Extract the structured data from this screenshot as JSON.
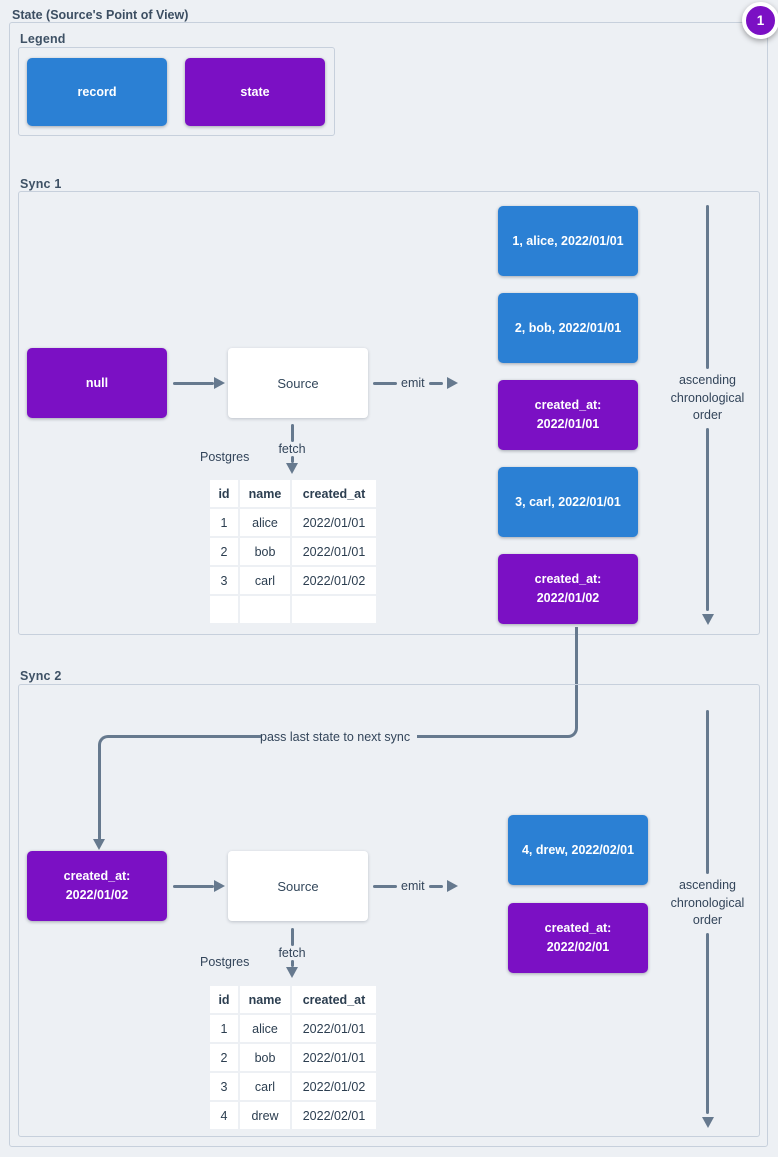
{
  "title": "State (Source's Point of View)",
  "badge": {
    "number": "1"
  },
  "colors": {
    "record_blue": "#2b80d4",
    "state_purple": "#7b10c4",
    "canvas_bg": "#edf0f4",
    "frame_border": "#c7d0dc",
    "arrow_gray": "#66798e",
    "text_navy": "#2c3e50"
  },
  "legend": {
    "label": "Legend",
    "items": [
      {
        "type": "record",
        "label": "record"
      },
      {
        "type": "state",
        "label": "state"
      }
    ]
  },
  "pass_arrow_label": "pass last state to next sync",
  "sync1": {
    "label": "Sync 1",
    "input_state": "null",
    "source": "Source",
    "emit_label": "emit",
    "fetch_label": "fetch",
    "db_label": "Postgres",
    "order_label": "ascending\nchronological\norder",
    "table": {
      "headers": [
        "id",
        "name",
        "created_at"
      ],
      "rows": [
        [
          "1",
          "alice",
          "2022/01/01"
        ],
        [
          "2",
          "bob",
          "2022/01/01"
        ],
        [
          "3",
          "carl",
          "2022/01/02"
        ],
        [
          "",
          "",
          ""
        ]
      ]
    },
    "outputs": [
      {
        "type": "record",
        "label": "1, alice, 2022/01/01"
      },
      {
        "type": "record",
        "label": "2, bob, 2022/01/01"
      },
      {
        "type": "state",
        "label": "created_at:\n2022/01/01"
      },
      {
        "type": "record",
        "label": "3, carl, 2022/01/01"
      },
      {
        "type": "state",
        "label": "created_at:\n2022/01/02"
      }
    ]
  },
  "sync2": {
    "label": "Sync 2",
    "input_state": "created_at:\n2022/01/02",
    "source": "Source",
    "emit_label": "emit",
    "fetch_label": "fetch",
    "db_label": "Postgres",
    "order_label": "ascending\nchronological\norder",
    "table": {
      "headers": [
        "id",
        "name",
        "created_at"
      ],
      "rows": [
        [
          "1",
          "alice",
          "2022/01/01"
        ],
        [
          "2",
          "bob",
          "2022/01/01"
        ],
        [
          "3",
          "carl",
          "2022/01/02"
        ],
        [
          "4",
          "drew",
          "2022/02/01"
        ]
      ]
    },
    "outputs": [
      {
        "type": "record",
        "label": "4, drew, 2022/02/01"
      },
      {
        "type": "state",
        "label": "created_at:\n2022/02/01"
      }
    ]
  }
}
